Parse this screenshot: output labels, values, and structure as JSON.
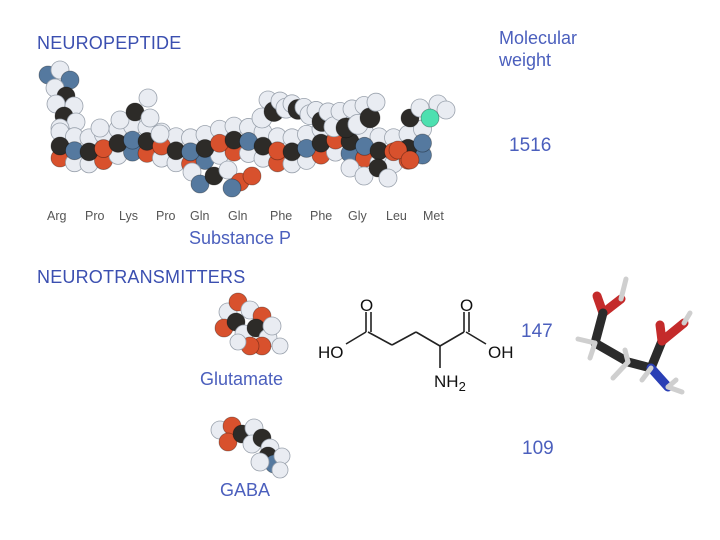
{
  "neuropeptide": {
    "heading": "NEUROPEPTIDE",
    "residues": [
      "Arg",
      "Pro",
      "Lys",
      "Pro",
      "Gln",
      "Gln",
      "Phe",
      "Phe",
      "Gly",
      "Leu",
      "Met"
    ],
    "name": "Substance P",
    "weight": "1516"
  },
  "molecular_weight_label": [
    "Molecular",
    "weight"
  ],
  "neurotransmitters": {
    "heading": "NEUROTRANSMITTERS",
    "glutamate": {
      "name": "Glutamate",
      "weight": "147",
      "formula_labels": {
        "o_left": "O",
        "o_right": "O",
        "ho": "HO",
        "oh": "OH",
        "nh": "NH",
        "sub2": "2"
      }
    },
    "gaba": {
      "name": "GABA",
      "weight": "109"
    }
  },
  "colors": {
    "heading": "#3b4fb0",
    "carbon": "#2d2b28",
    "oxygen": "#d8512d",
    "nitrogen": "#55799f",
    "hydrogen": "#e9ecf2",
    "sulfur": "#4de0b0"
  }
}
